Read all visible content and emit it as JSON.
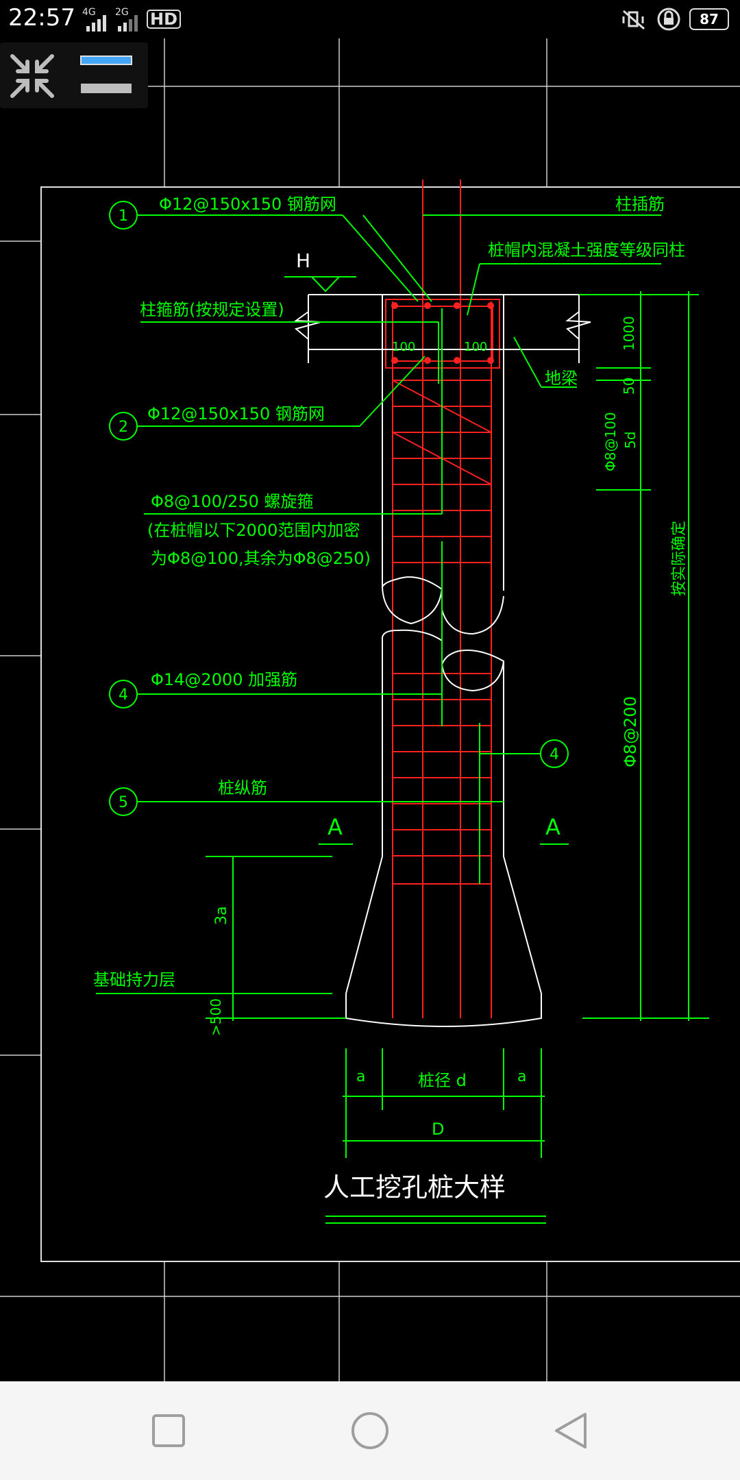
{
  "status_bar": {
    "time": "22:57",
    "net_4g": "4G",
    "net_2g": "2G",
    "hd_label": "HD",
    "battery": "87"
  },
  "drawing": {
    "label_1": "Φ12@150x150  钢筋网",
    "label_column_rebar_top": "柱插筋",
    "label_cap_concrete": "桩帽内混凝土强度等级同柱",
    "label_h": "H",
    "label_stirrup": "柱箍筋(按规定设置)",
    "dim_100_left": "100",
    "dim_100_right": "100",
    "label_ground_beam": "地梁",
    "label_2": "Φ12@150x150  钢筋网",
    "label_spiral": "Φ8@100/250  螺旋箍",
    "label_spiral_note_1": "(在桩帽以下2000范围内加密",
    "label_spiral_note_2": "为Φ8@100,其余为Φ8@250)",
    "label_4": "Φ14@2000 加强筋",
    "label_5": "桩纵筋",
    "section_a_left": "A",
    "section_a_right": "A",
    "label_3a": "3a",
    "label_bearing_layer": "基础持力层",
    "label_500": ">500",
    "dim_a_left": "a",
    "dim_pile_diameter": "桩径  d",
    "dim_a_right": "a",
    "dim_D": "D",
    "dim_1000": "1000",
    "dim_50": "50",
    "dim_5d": "5d",
    "dim_phi8_100": "Φ8@100",
    "dim_phi8_200": "Φ8@200",
    "dim_length_note": "按实际确定",
    "callout_1": "1",
    "callout_2": "2",
    "callout_4a": "4",
    "callout_4b": "4",
    "callout_5": "5",
    "title": "人工挖孔桩大样"
  },
  "colors": {
    "cad_green": "#00ff00",
    "cad_red": "#ff2020",
    "cad_white": "#ffffff",
    "cad_grid": "#bdbdbd"
  },
  "icons": [
    "collapse-arrows-icon",
    "menu-bars-icon",
    "square-nav-icon",
    "circle-nav-icon",
    "triangle-back-icon",
    "mute-vibrate-icon",
    "lock-rotation-icon"
  ]
}
